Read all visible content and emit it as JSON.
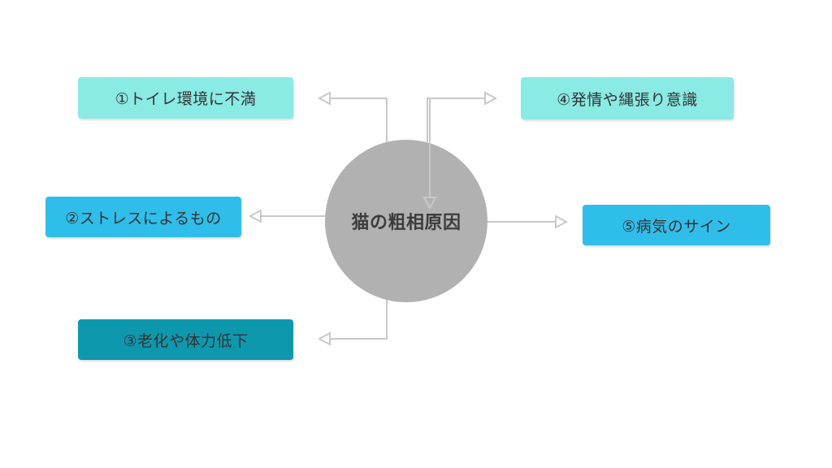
{
  "diagram": {
    "center": {
      "label": "猫の粗相原因",
      "color": "#b1b1b1",
      "text_color": "#3c3c3c"
    },
    "nodes": [
      {
        "label": "①トイレ環境に不満",
        "color": "#8aeae4"
      },
      {
        "label": "②ストレスによるもの",
        "color": "#2fbeea"
      },
      {
        "label": "③老化や体力低下",
        "color": "#0e98ae"
      },
      {
        "label": "④発情や縄張り意識",
        "color": "#8aeae4"
      },
      {
        "label": "⑤病気のサイン",
        "color": "#2fbeea"
      }
    ],
    "connector_color": "#c9c9c9",
    "background_color": "#ffffff"
  }
}
